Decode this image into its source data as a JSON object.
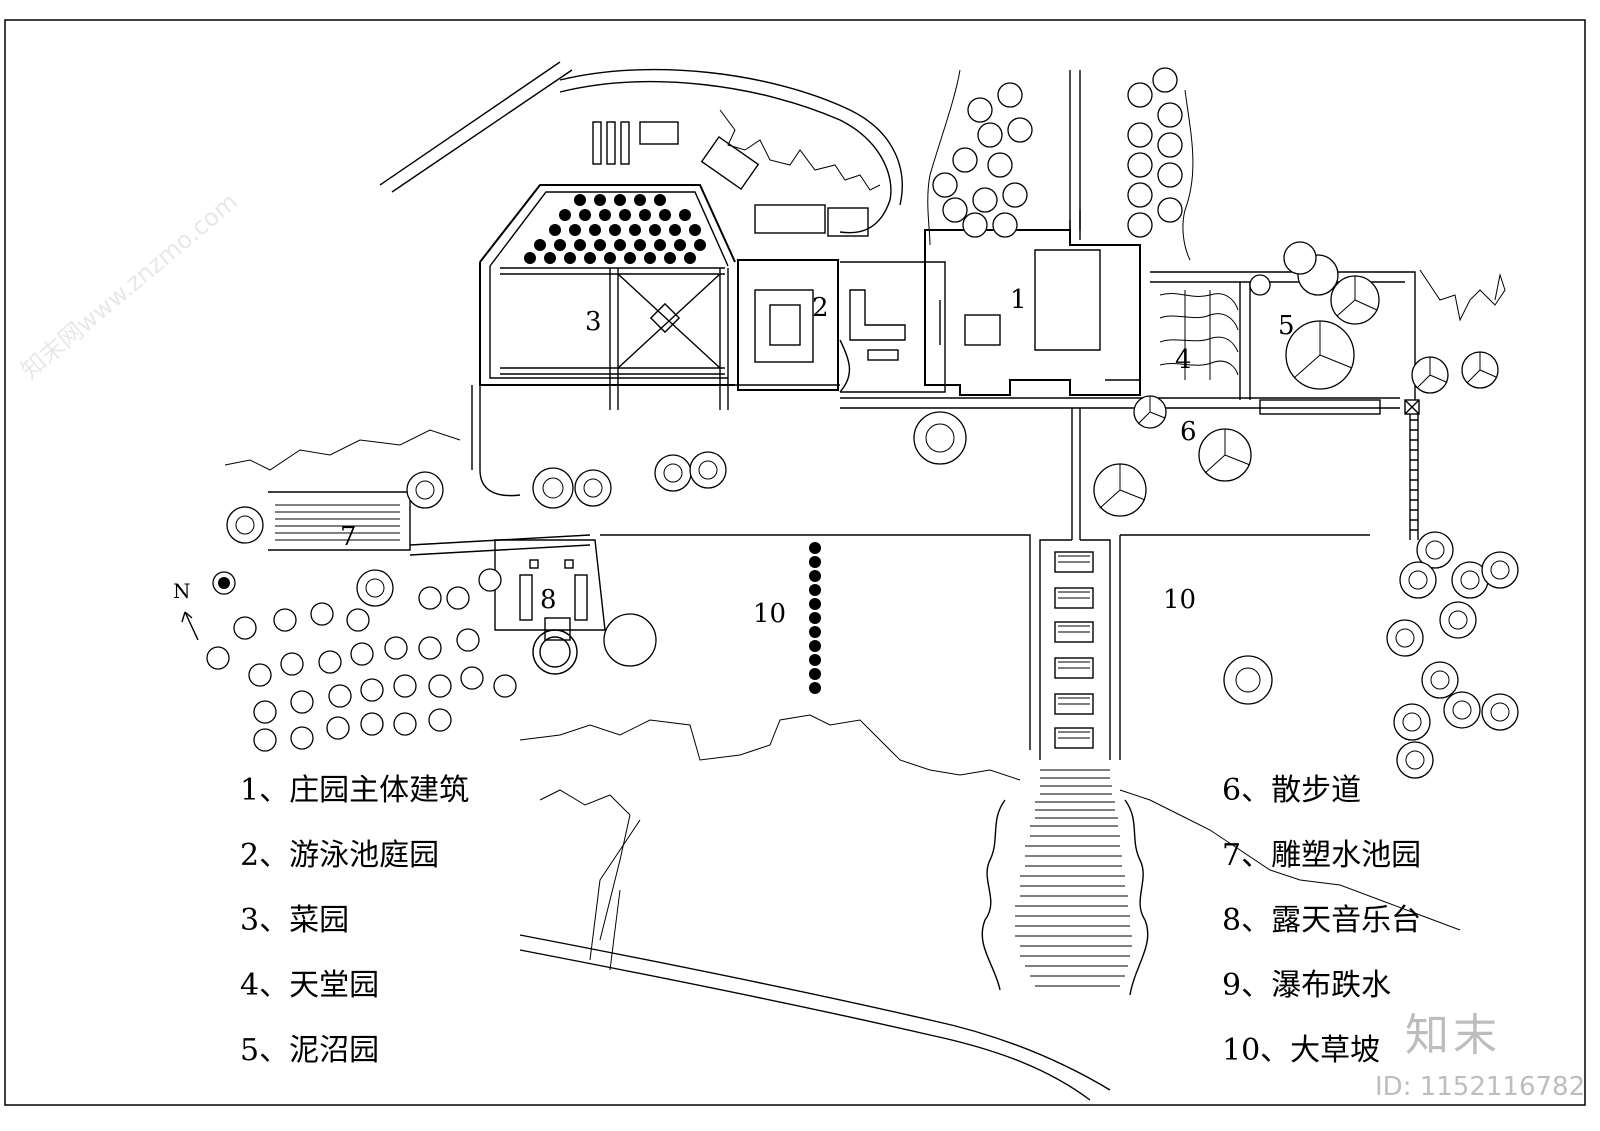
{
  "map": {
    "zones": [
      {
        "id": "1",
        "label": "1"
      },
      {
        "id": "2",
        "label": "2"
      },
      {
        "id": "3",
        "label": "3"
      },
      {
        "id": "4",
        "label": "4"
      },
      {
        "id": "5",
        "label": "5"
      },
      {
        "id": "6",
        "label": "6"
      },
      {
        "id": "7",
        "label": "7"
      },
      {
        "id": "8",
        "label": "8"
      },
      {
        "id": "10a",
        "label": "10"
      },
      {
        "id": "10b",
        "label": "10"
      }
    ],
    "north_label": "N"
  },
  "legend": {
    "left": [
      "1、庄园主体建筑",
      "2、游泳池庭园",
      "3、菜园",
      "4、天堂园",
      "5、泥沼园"
    ],
    "right": [
      "6、散步道",
      "7、雕塑水池园",
      "8、露天音乐台",
      "9、瀑布跌水",
      "10、大草坡"
    ]
  },
  "watermark": {
    "logo_text": "知末",
    "id_text": "ID: 1152116782",
    "site_text": "知末网www.znzmo.com"
  }
}
